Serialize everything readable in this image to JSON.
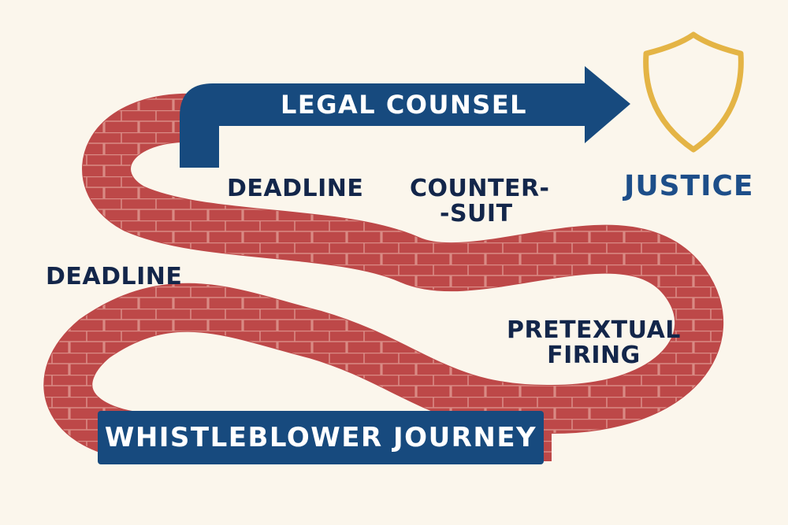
{
  "labels": {
    "legal_counsel": "LEGAL COUNSEL",
    "justice": "JUSTICE",
    "deadline_upper": "DEADLINE",
    "counter_line1": "COUNTER-",
    "counter_line2": "-SUIT",
    "deadline_lower": "DEADLINE",
    "pretextual_line1": "PRETEXTUAL",
    "pretextual_line2": "FIRING",
    "journey": "WHISTLEBLOWER JOURNEY"
  },
  "colors": {
    "background": "#fbf6ec",
    "brick_path": "#bd4848",
    "mortar": "#d98a84",
    "arrow": "#174a7e",
    "shield": "#e4b445",
    "text_dark": "#13264a",
    "text_justice": "#1d4e89"
  },
  "icons": {
    "shield": "shield-icon",
    "arrow": "arrow-right-icon"
  }
}
